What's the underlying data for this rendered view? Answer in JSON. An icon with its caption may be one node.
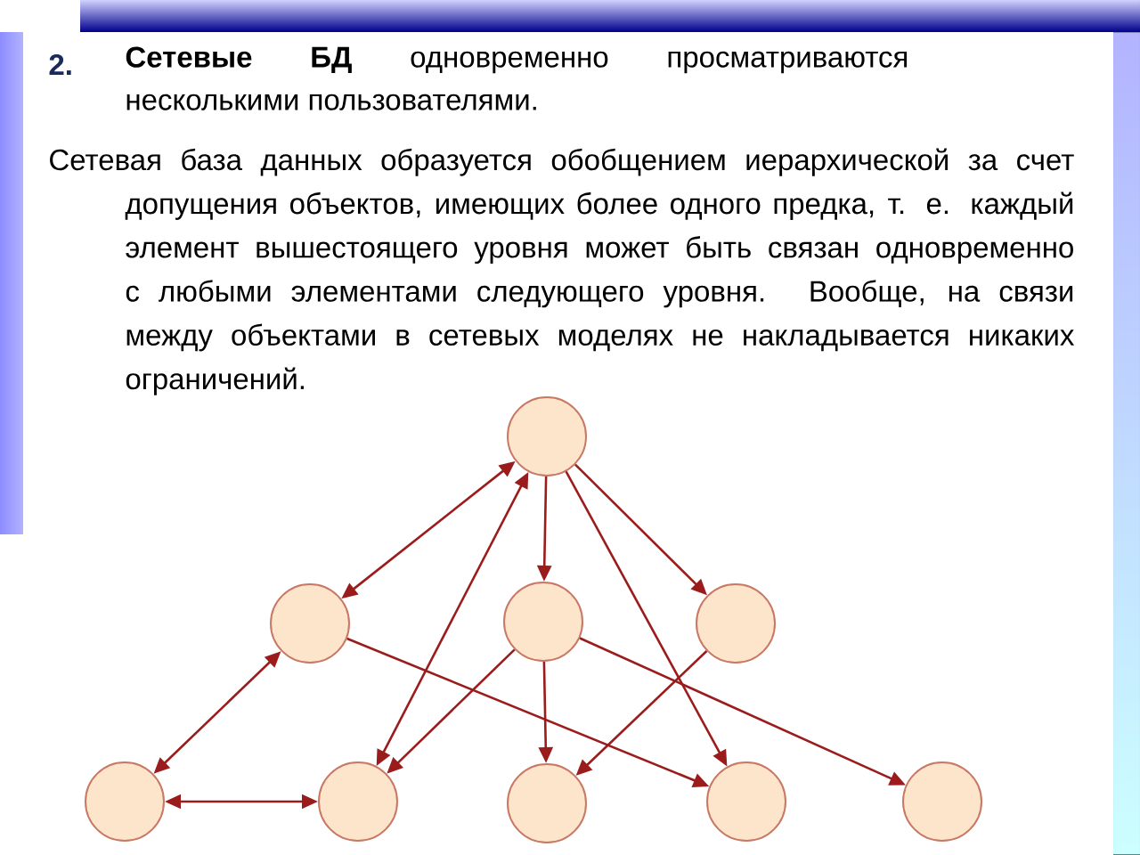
{
  "diagram": {
    "nodes": [
      {
        "text": [],
        "shape": "circle"
      },
      {
        "text": [],
        "shape": "circle"
      },
      {
        "text": [],
        "shape": "circle"
      },
      {
        "text": [],
        "shape": "circle"
      },
      {
        "text": [],
        "shape": "circle"
      },
      {
        "text": [],
        "shape": "circle"
      },
      {
        "text": [],
        "shape": "circle"
      },
      {
        "text": [],
        "shape": "circle"
      },
      {
        "text": [],
        "shape": "circle"
      }
    ],
    "edges": [
      {
        "from": 0,
        "to": 1,
        "arrow": "both"
      },
      {
        "from": 0,
        "to": 5,
        "arrow": "both"
      },
      {
        "from": 0,
        "to": 2,
        "arrow": "to"
      },
      {
        "from": 0,
        "to": 3,
        "arrow": "to"
      },
      {
        "from": 0,
        "to": 7,
        "arrow": "to"
      },
      {
        "from": 1,
        "to": 4,
        "arrow": "both"
      },
      {
        "from": 4,
        "to": 5,
        "arrow": "both"
      },
      {
        "from": 2,
        "to": 5,
        "arrow": "to"
      },
      {
        "from": 2,
        "to": 6,
        "arrow": "to"
      },
      {
        "from": 2,
        "to": 8,
        "arrow": "to"
      },
      {
        "from": 1,
        "to": 7,
        "arrow": "to"
      },
      {
        "from": 3,
        "to": 6,
        "arrow": "to"
      }
    ],
    "labels": [
      "2.",
      "**Сетевые БД** одновременно просматриваются несколькими пользователями.",
      "Сетевая база данных образуется обобщением иерархической за счет допущения объектов, имеющих более одного предка, т. е. каждый элемент вышестоящего уровня может быть связан одновременно с любыми элементами следующего уровня. Вообще, на связи между объектами в сетевых моделях не накладывается никаких ограничений."
    ]
  }
}
